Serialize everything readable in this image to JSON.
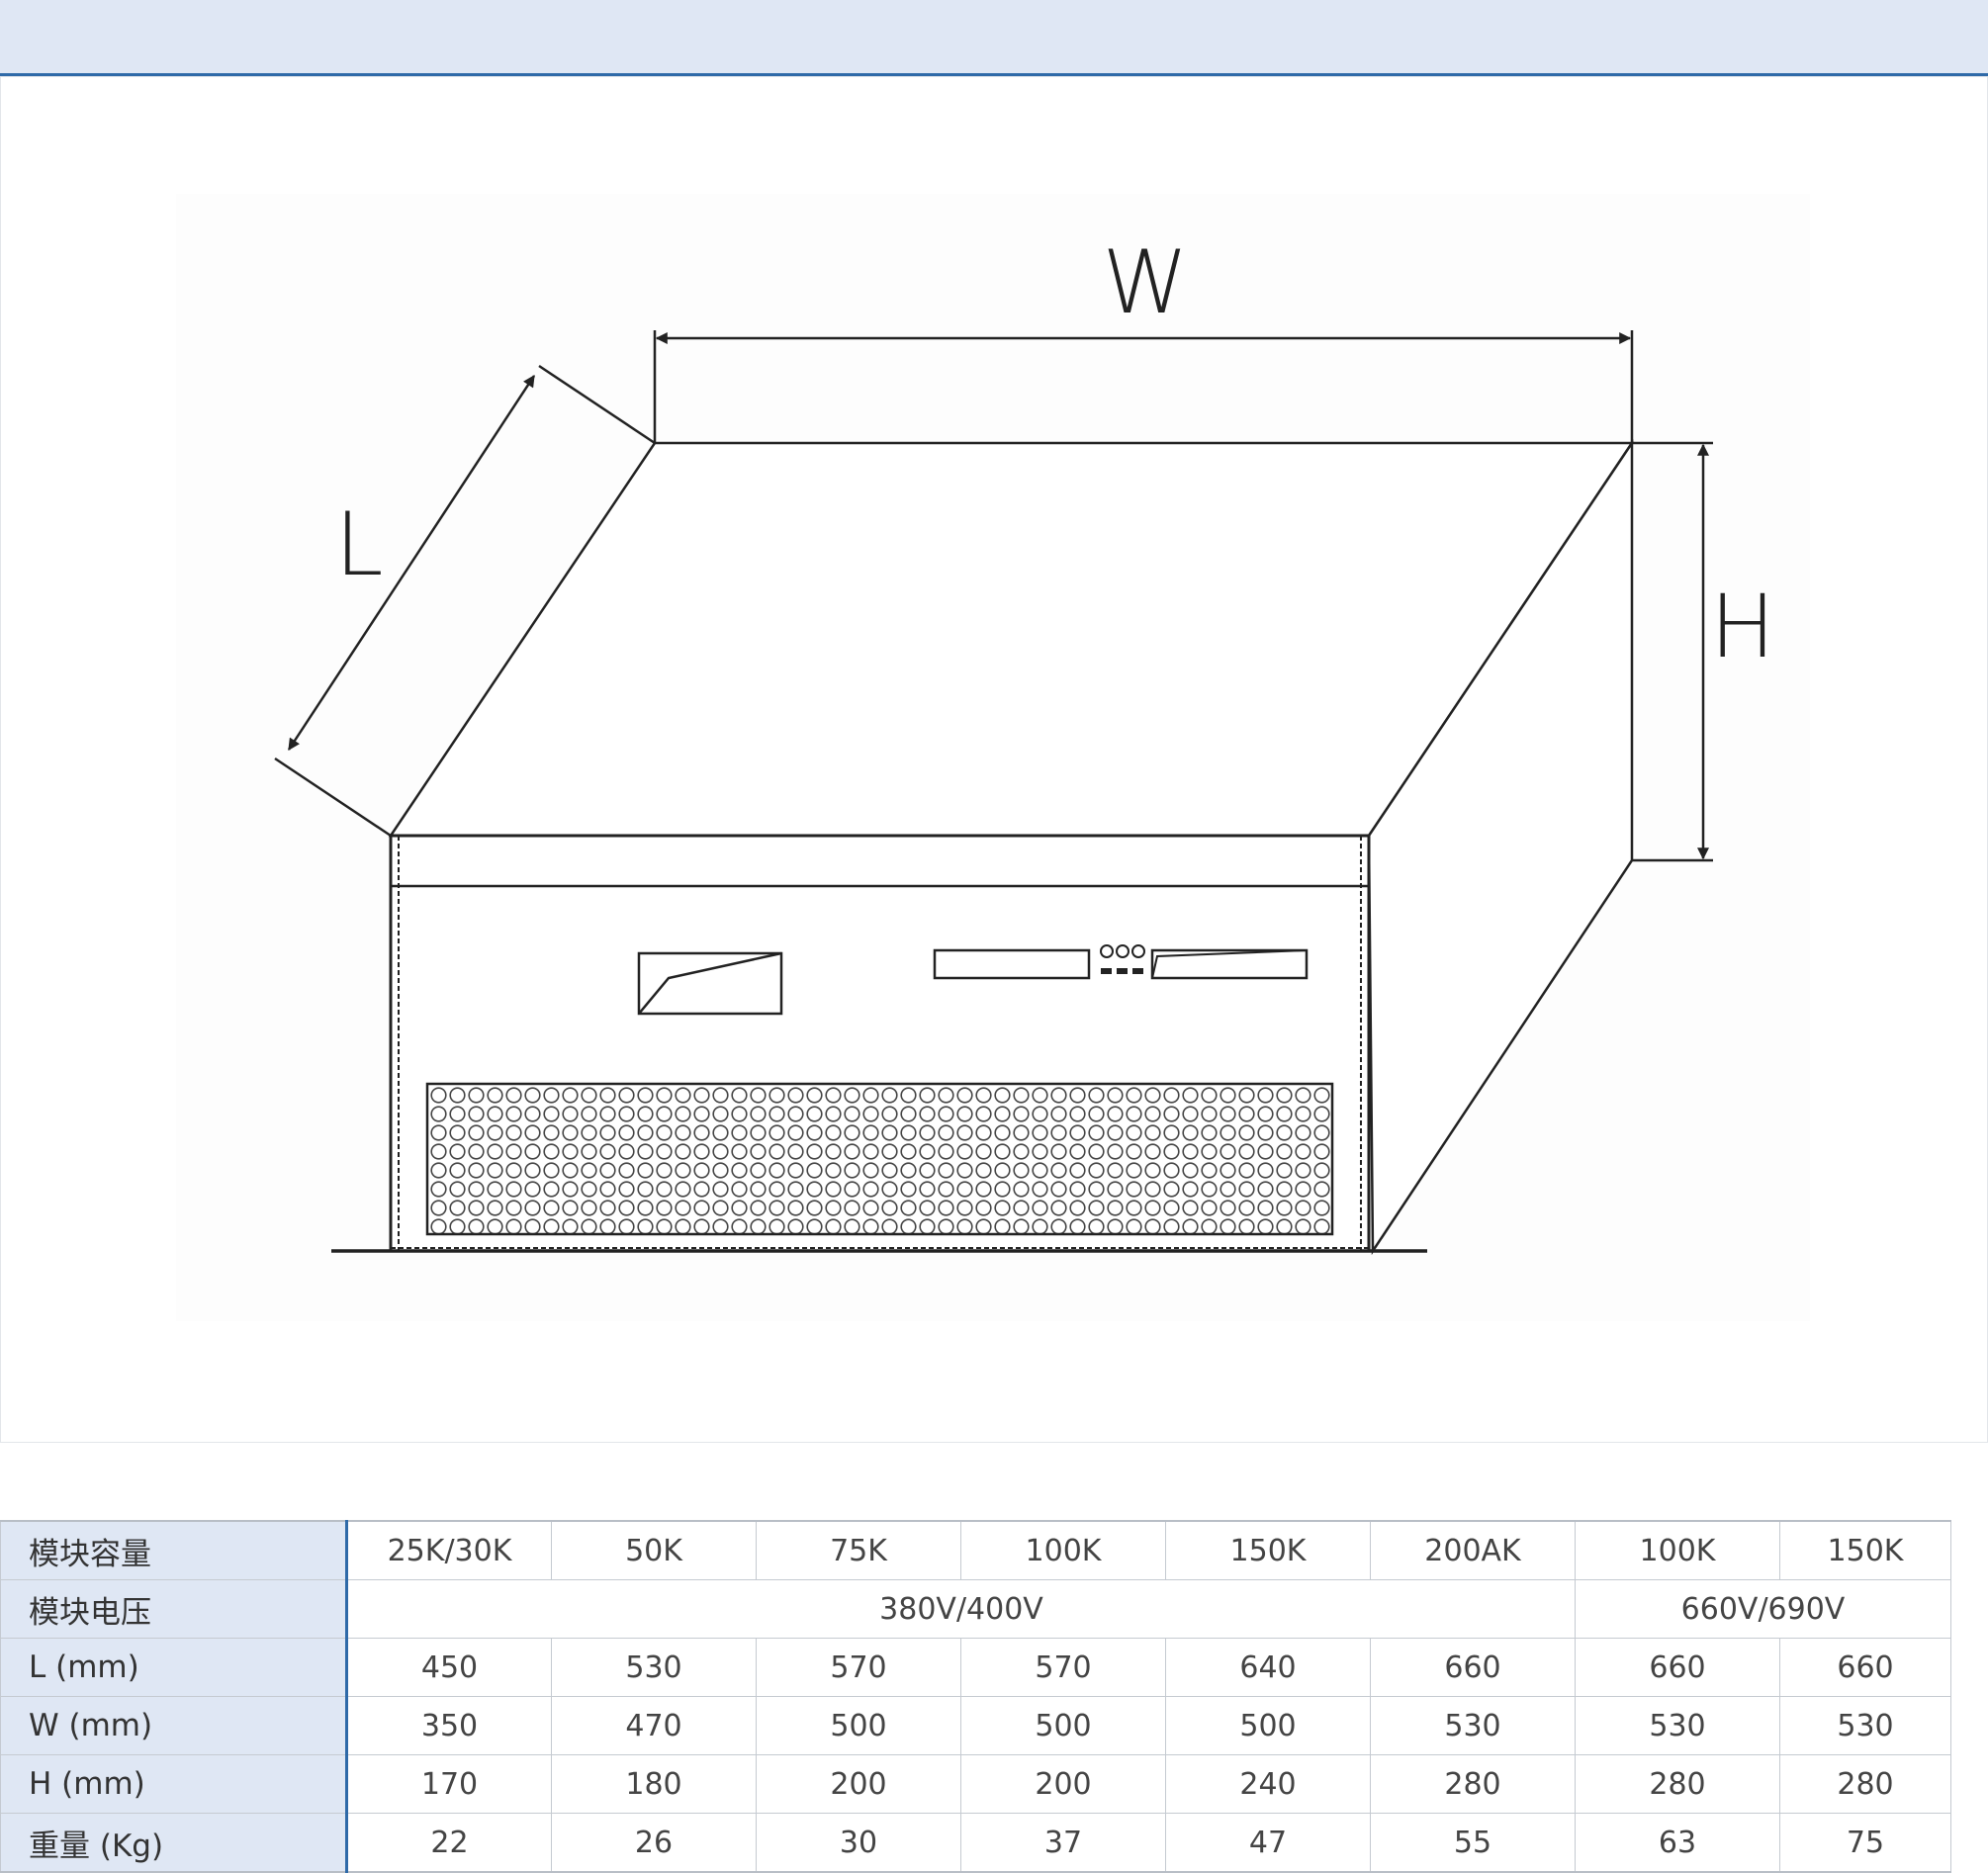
{
  "diagram": {
    "labels": {
      "length": "L",
      "width": "W",
      "height": "H"
    }
  },
  "spec_table": {
    "rows": [
      {
        "label": "模块容量",
        "cells": [
          "25K/30K",
          "50K",
          "75K",
          "100K",
          "150K",
          "200AK",
          "100K",
          "150K"
        ]
      },
      {
        "label": "模块电压",
        "groups": [
          {
            "text": "380V/400V"
          },
          {
            "text": "660V/690V"
          }
        ]
      },
      {
        "label": "L (mm)",
        "cells": [
          "450",
          "530",
          "570",
          "570",
          "640",
          "660",
          "660",
          "660"
        ]
      },
      {
        "label": "W (mm)",
        "cells": [
          "350",
          "470",
          "500",
          "500",
          "500",
          "530",
          "530",
          "530"
        ]
      },
      {
        "label": "H (mm)",
        "cells": [
          "170",
          "180",
          "200",
          "200",
          "240",
          "280",
          "280",
          "280"
        ]
      },
      {
        "label": "重量 (Kg)",
        "cells": [
          "22",
          "26",
          "30",
          "37",
          "47",
          "55",
          "63",
          "75"
        ]
      }
    ]
  }
}
